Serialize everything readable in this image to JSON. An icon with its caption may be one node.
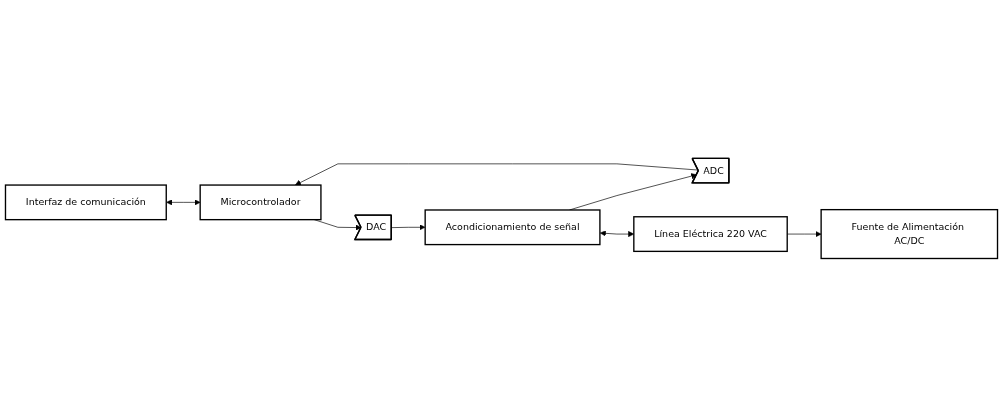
{
  "diagram": {
    "nodes": [
      {
        "text": [
          "Fuente de Alimentación AC/DC"
        ]
      },
      {
        "text": [
          "Interfaz de comunicación"
        ]
      },
      {
        "text": [
          "Microcontrolador"
        ]
      },
      {
        "text": [
          "ADC"
        ]
      },
      {
        "text": [
          "DAC"
        ]
      },
      {
        "text": [
          "Acondicionamiento de señal"
        ]
      },
      {
        "text": [
          "Línea Eléctrica 220 VAC"
        ]
      }
    ],
    "edges": [
      {
        "from": 6,
        "to": 0,
        "arrow": "to"
      },
      {
        "from": 1,
        "to": 2,
        "arrow": "both"
      },
      {
        "from": 5,
        "to": 3,
        "arrow": "to"
      },
      {
        "from": 3,
        "to": 2,
        "arrow": "to"
      },
      {
        "from": 2,
        "to": 4,
        "arrow": "to"
      },
      {
        "from": 4,
        "to": 5,
        "arrow": "to"
      },
      {
        "from": 5,
        "to": 6,
        "arrow": "both"
      }
    ]
  }
}
